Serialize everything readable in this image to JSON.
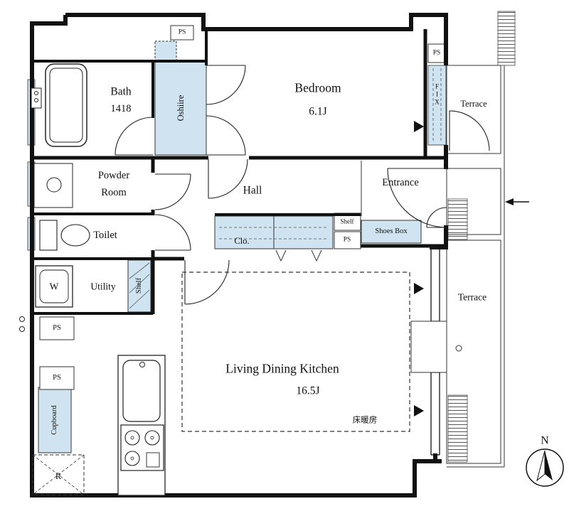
{
  "plan": {
    "rooms": {
      "bath": {
        "name": "Bath",
        "dim": "1418"
      },
      "oshiire": {
        "name": "Oshiire"
      },
      "bedroom": {
        "name": "Bedroom",
        "size": "6.1J"
      },
      "powder_room": {
        "line1": "Powder",
        "line2": "Room"
      },
      "toilet": {
        "name": "Toilet"
      },
      "hall": {
        "name": "Hall"
      },
      "entrance": {
        "name": "Entrance"
      },
      "utility": {
        "name": "Utility"
      },
      "ldk": {
        "name": "Living Dining Kitchen",
        "size": "16.5J"
      },
      "terrace_upper": {
        "name": "Terrace"
      },
      "terrace_lower": {
        "name": "Terrace"
      }
    },
    "storage": {
      "closet": "Clo.",
      "shoes_box": "Shoes Box",
      "shelf_upper": "Shelf",
      "shelf_utility": "Shelf",
      "cupboard": "Cupboard"
    },
    "symbols": {
      "ps": "PS",
      "fix": "FIX",
      "refrigerator": "R",
      "washer": "W",
      "floor_heating": "床暖房",
      "north": "N"
    },
    "colors": {
      "storage_fill": "#cfe3f1",
      "wall": "#111111"
    }
  }
}
